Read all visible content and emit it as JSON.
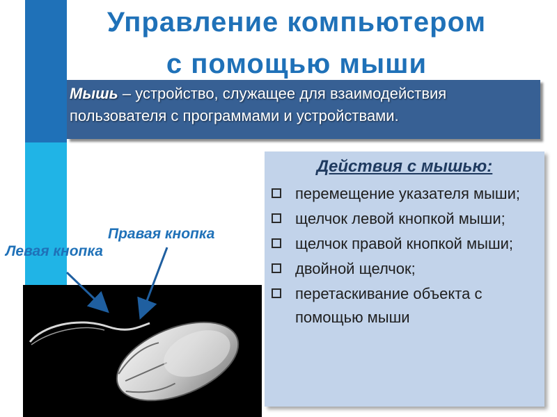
{
  "title": {
    "line1": "Управление компьютером",
    "line2": "с помощью мыши"
  },
  "definition": {
    "term": "Мышь",
    "text": " – устройство, служащее для взаимодействия  пользователя с программами и устройствами."
  },
  "actions": {
    "heading": "Действия  с мышью:",
    "items": [
      "перемещение указателя мыши;",
      "щелчок левой кнопкой мыши;",
      "щелчок правой кнопкой мыши;",
      "двойной щелчок;",
      "перетаскивание объекта с помощью мыши"
    ]
  },
  "labels": {
    "left_button": "Левая кнопка",
    "right_button": "Правая кнопка"
  },
  "colors": {
    "title": "#1f71b8",
    "accent_dark": "#1f71b8",
    "accent_light": "#20b4e6",
    "definition_bg": "#376094",
    "actions_bg": "#c2d3ea"
  }
}
